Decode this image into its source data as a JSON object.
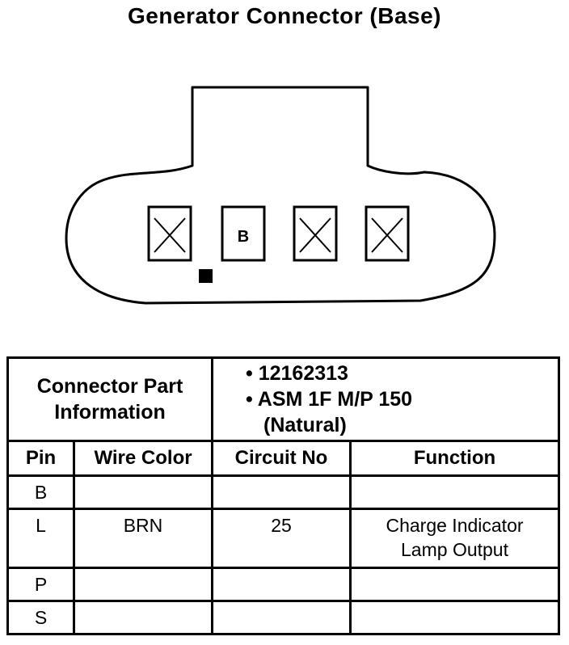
{
  "title": "Generator Connector (Base)",
  "connector": {
    "cavities": [
      {
        "label": "",
        "empty": true
      },
      {
        "label": "B",
        "empty": false
      },
      {
        "label": "",
        "empty": true
      },
      {
        "label": "",
        "empty": true
      }
    ]
  },
  "table": {
    "part_info_label_line1": "Connector Part",
    "part_info_label_line2": "Information",
    "part_numbers": [
      "• 12162313",
      "• ASM 1F M/P 150"
    ],
    "part_note": "(Natural)",
    "headers": {
      "pin": "Pin",
      "wire_color": "Wire Color",
      "circuit_no": "Circuit No",
      "function": "Function"
    },
    "rows": [
      {
        "pin": "B",
        "wire_color": "",
        "circuit_no": "",
        "function_line1": "",
        "function_line2": ""
      },
      {
        "pin": "L",
        "wire_color": "BRN",
        "circuit_no": "25",
        "function_line1": "Charge Indicator",
        "function_line2": "Lamp Output"
      },
      {
        "pin": "P",
        "wire_color": "",
        "circuit_no": "",
        "function_line1": "",
        "function_line2": ""
      },
      {
        "pin": "S",
        "wire_color": "",
        "circuit_no": "",
        "function_line1": "",
        "function_line2": ""
      }
    ]
  }
}
